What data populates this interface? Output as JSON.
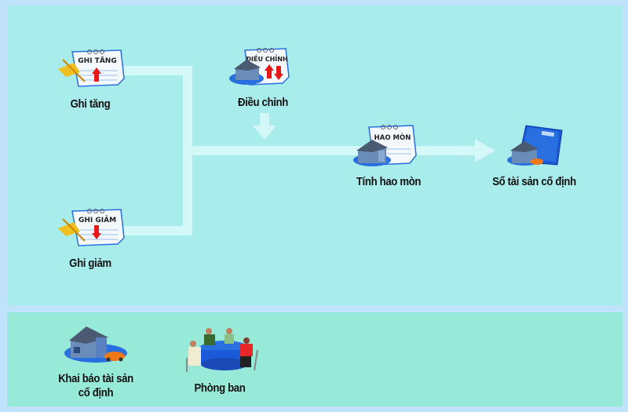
{
  "nodes": {
    "ghi_tang": {
      "label": "Ghi tăng",
      "doc_title": "GHI TĂNG"
    },
    "dieu_chinh": {
      "label": "Điều chỉnh",
      "doc_title": "ĐIỀU CHỈNH"
    },
    "ghi_giam": {
      "label": "Ghi giảm",
      "doc_title": "GHI GIẢM"
    },
    "tinh_hao_mon": {
      "label": "Tính hao mòn",
      "doc_title": "HAO MÒN"
    },
    "so_tai_san": {
      "label": "Sổ tài sản cố định"
    }
  },
  "bottom_panel": {
    "khai_bao": {
      "label_line1": "Khai báo tài sản",
      "label_line2": "cố định"
    },
    "phong_ban": {
      "label": "Phòng ban"
    }
  },
  "colors": {
    "background_main": "#a8ecec",
    "background_bottom": "#98ead8",
    "frame": "#c0e2fb",
    "connector": "#d4f8f8",
    "arrow_red": "#e81818",
    "house_blue": "#2a6fe0"
  }
}
